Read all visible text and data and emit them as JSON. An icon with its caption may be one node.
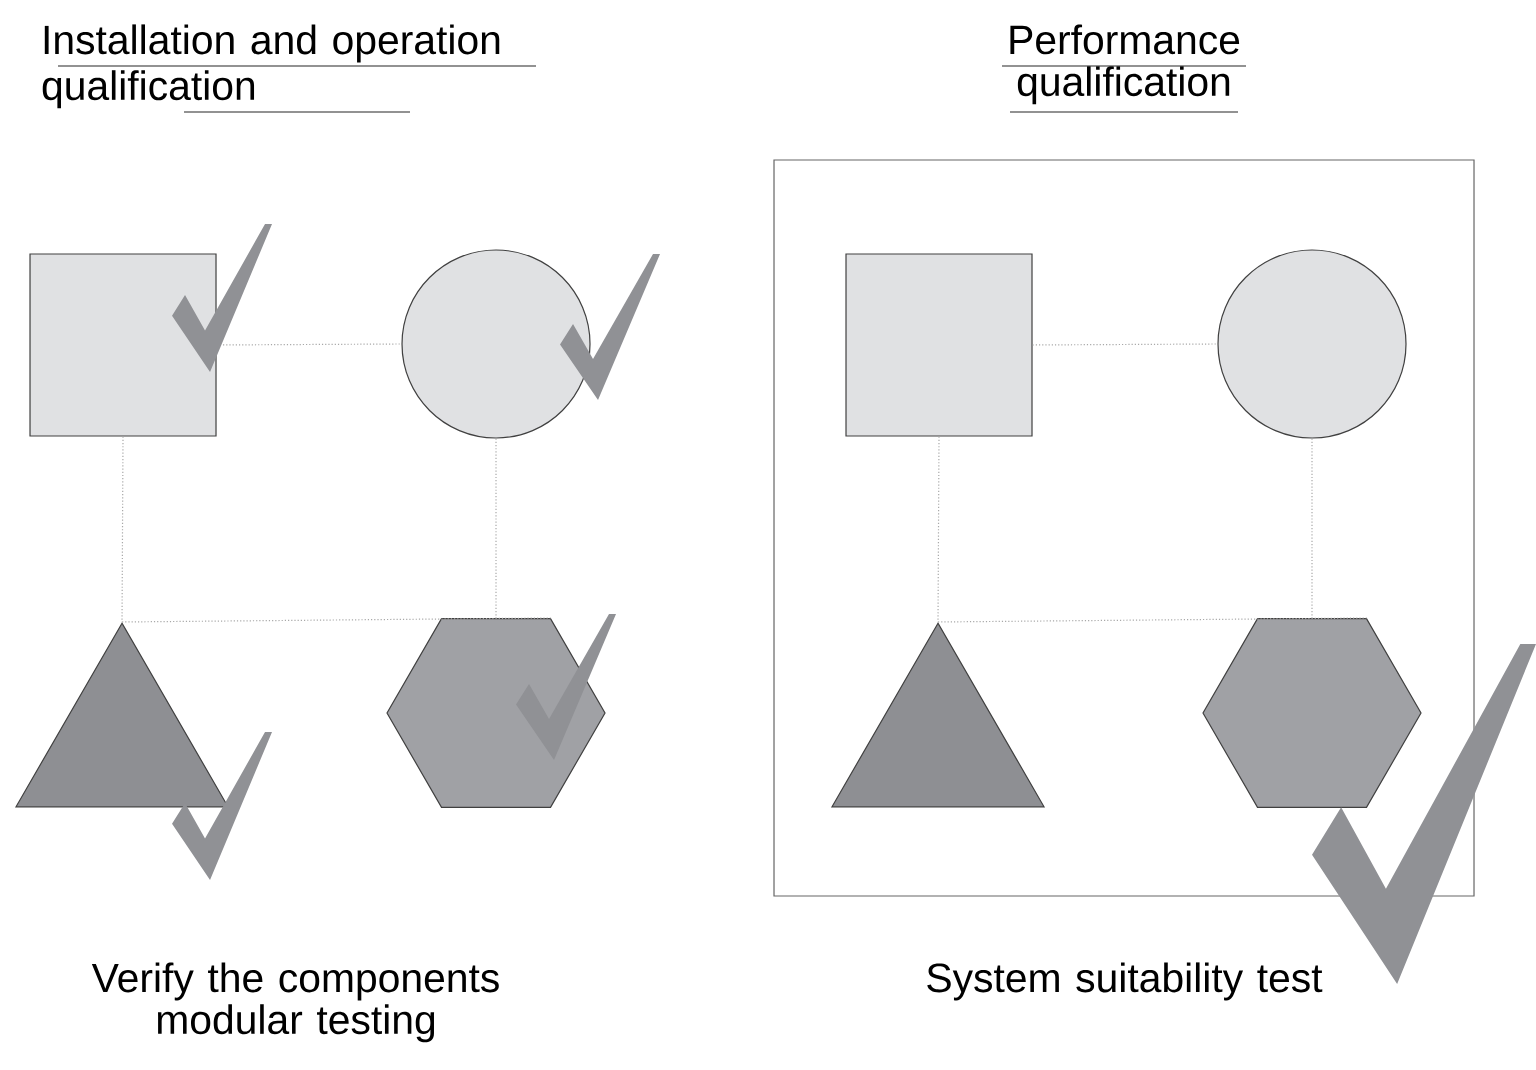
{
  "diagram": {
    "nodes": [
      {
        "text": [],
        "shape": "box"
      },
      {
        "text": [],
        "shape": "circle"
      },
      {
        "text": [],
        "shape": "triangle"
      },
      {
        "text": [],
        "shape": "hexagon"
      },
      {
        "text": [],
        "shape": "frame"
      },
      {
        "text": [],
        "shape": "box",
        "in": 4
      },
      {
        "text": [],
        "shape": "circle",
        "in": 4
      },
      {
        "text": [],
        "shape": "triangle",
        "in": 4
      },
      {
        "text": [],
        "shape": "hexagon",
        "in": 4
      }
    ],
    "edges": [
      {
        "from": 0,
        "to": 1,
        "arrow": "none"
      },
      {
        "from": 0,
        "to": 2,
        "arrow": "none"
      },
      {
        "from": 1,
        "to": 3,
        "arrow": "none"
      },
      {
        "from": 2,
        "to": 3,
        "arrow": "none"
      },
      {
        "from": 5,
        "to": 6,
        "arrow": "none"
      },
      {
        "from": 5,
        "to": 7,
        "arrow": "none"
      },
      {
        "from": 6,
        "to": 8,
        "arrow": "none"
      },
      {
        "from": 7,
        "to": 8,
        "arrow": "none"
      }
    ],
    "labels": [
      "Installation and operation qualification",
      "Performance qualification",
      "Verify the components modular testing",
      "System suitability test"
    ]
  }
}
